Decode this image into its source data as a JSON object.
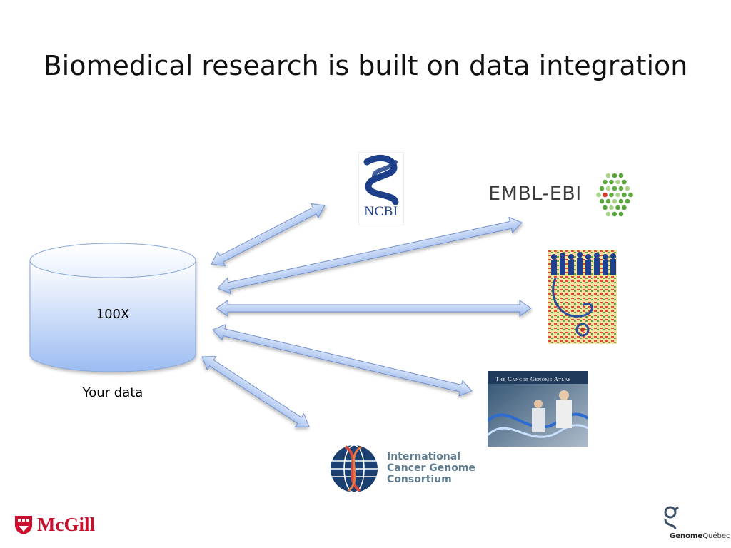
{
  "slide": {
    "title": "Biomedical research is built on data integration"
  },
  "database": {
    "label": "100X",
    "caption": "Your data"
  },
  "logos": {
    "ncbi": {
      "text": "NCBI"
    },
    "embl_ebi": {
      "text": "EMBL-EBI"
    },
    "tcga": {
      "text": "The Cancer Genome Atlas"
    },
    "icgc": {
      "line1": "International",
      "line2": "Cancer Genome",
      "line3": "Consortium"
    },
    "mcgill": {
      "text": "McGill"
    },
    "genome_quebec": {
      "bold": "Genome",
      "rest": "Québec"
    }
  },
  "colors": {
    "arrow_fill_top": "#dce8fb",
    "arrow_fill_bottom": "#9ab8ec",
    "arrow_stroke": "#6f8fc9",
    "cylinder_top": "#ffffff",
    "cylinder_bottom": "#9cbcf2",
    "mcgill_red": "#c8102e",
    "ncbi_blue": "#1d3f8a"
  }
}
